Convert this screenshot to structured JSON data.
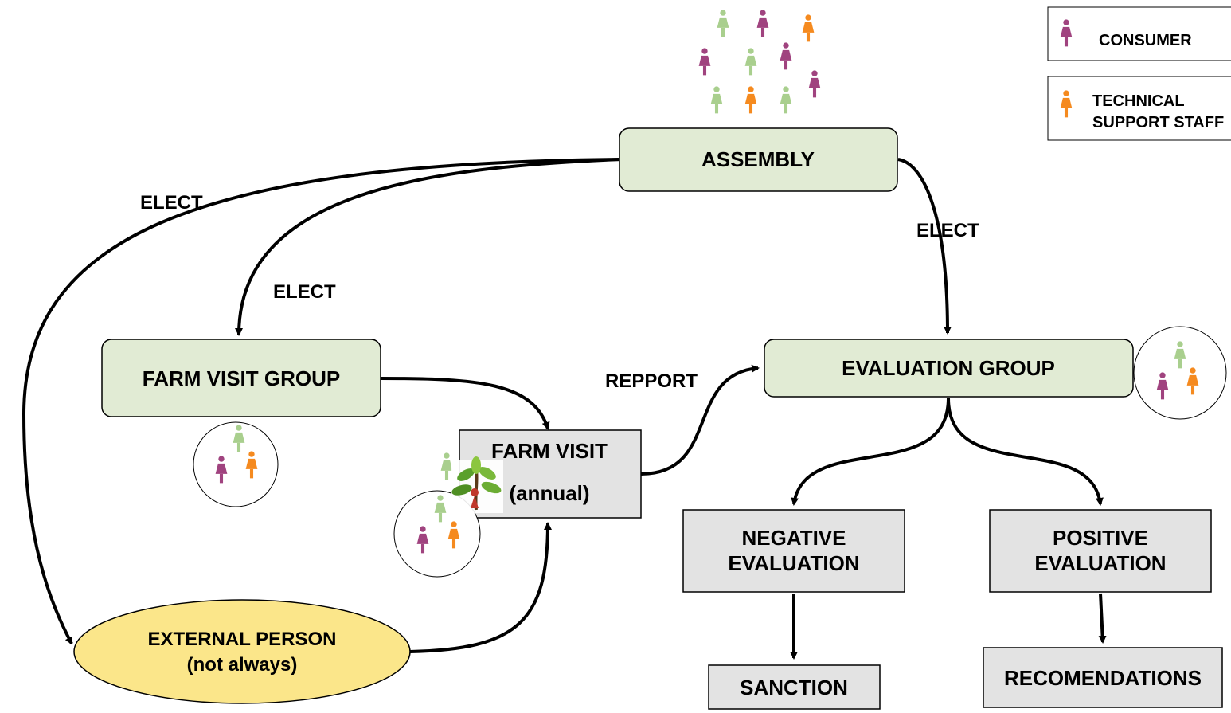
{
  "nodes": {
    "assembly": "ASSEMBLY",
    "farm_visit_group": "FARM VISIT GROUP",
    "farm_visit": [
      "FARM VISIT",
      "(annual)"
    ],
    "evaluation_group": "EVALUATION GROUP",
    "external_person": [
      "EXTERNAL PERSON",
      "(not always)"
    ],
    "negative_evaluation": [
      "NEGATIVE",
      "EVALUATION"
    ],
    "positive_evaluation": [
      "POSITIVE",
      "EVALUATION"
    ],
    "sanction": "SANCTION",
    "recommendations": "RECOMENDATIONS"
  },
  "edge_labels": {
    "elect_external": "ELECT",
    "elect_farm_visit_group": "ELECT",
    "elect_evaluation_group": "ELECT",
    "report": "REPPORT"
  },
  "legend": {
    "consumer": "CONSUMER",
    "technical": [
      "TECHNICAL",
      "SUPPORT STAFF"
    ]
  },
  "colors": {
    "consumer": "#a0437f",
    "technical_staff": "#f58a1f",
    "other_member": "#a9cf8e",
    "green_box": "#e1ebd4",
    "grey_box": "#e3e3e3",
    "yellow_ellipse": "#fbe68a"
  }
}
